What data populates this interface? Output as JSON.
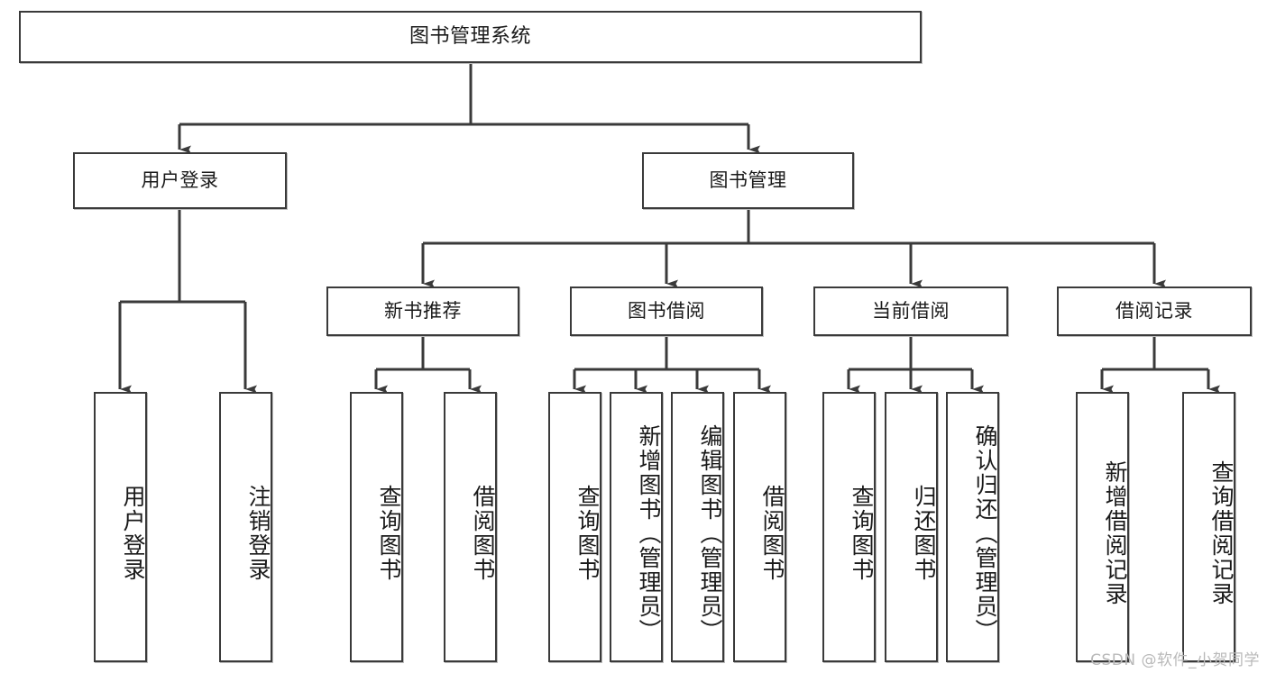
{
  "diagram": {
    "title": "图书管理系统",
    "watermark": "CSDN @软件_小贺同学",
    "colors": {
      "box_border": "#3a3a3a",
      "box_fill": "#ffffff",
      "line": "#3a3a3a",
      "text": "#1a1a1a",
      "watermark": "#b9b9b9"
    },
    "nodes": {
      "root": {
        "label": "图书管理系统"
      },
      "level2": [
        {
          "id": "user-login",
          "label": "用户登录"
        },
        {
          "id": "book-manage",
          "label": "图书管理"
        }
      ],
      "level3": [
        {
          "id": "new-book-rec",
          "label": "新书推荐"
        },
        {
          "id": "book-borrow",
          "label": "图书借阅"
        },
        {
          "id": "current-borrow",
          "label": "当前借阅"
        },
        {
          "id": "borrow-record",
          "label": "借阅记录"
        }
      ],
      "leaves": {
        "user-login": [
          {
            "id": "leaf-user-login",
            "label": "用户登录"
          },
          {
            "id": "leaf-user-logout",
            "label": "注销登录"
          }
        ],
        "new-book-rec": [
          {
            "id": "leaf-query-book-1",
            "label": "查询图书"
          },
          {
            "id": "leaf-borrow-book-1",
            "label": "借阅图书"
          }
        ],
        "book-borrow": [
          {
            "id": "leaf-query-book-2",
            "label": "查询图书"
          },
          {
            "id": "leaf-add-book",
            "label": "新增图书（管理员）"
          },
          {
            "id": "leaf-edit-book",
            "label": "编辑图书（管理员）"
          },
          {
            "id": "leaf-borrow-book-2",
            "label": "借阅图书"
          }
        ],
        "current-borrow": [
          {
            "id": "leaf-query-book-3",
            "label": "查询图书"
          },
          {
            "id": "leaf-return-book",
            "label": "归还图书"
          },
          {
            "id": "leaf-confirm-return",
            "label": "确认归还（管理员）"
          }
        ],
        "borrow-record": [
          {
            "id": "leaf-add-record",
            "label": "新增借阅记录"
          },
          {
            "id": "leaf-query-record",
            "label": "查询借阅记录"
          }
        ]
      }
    }
  }
}
